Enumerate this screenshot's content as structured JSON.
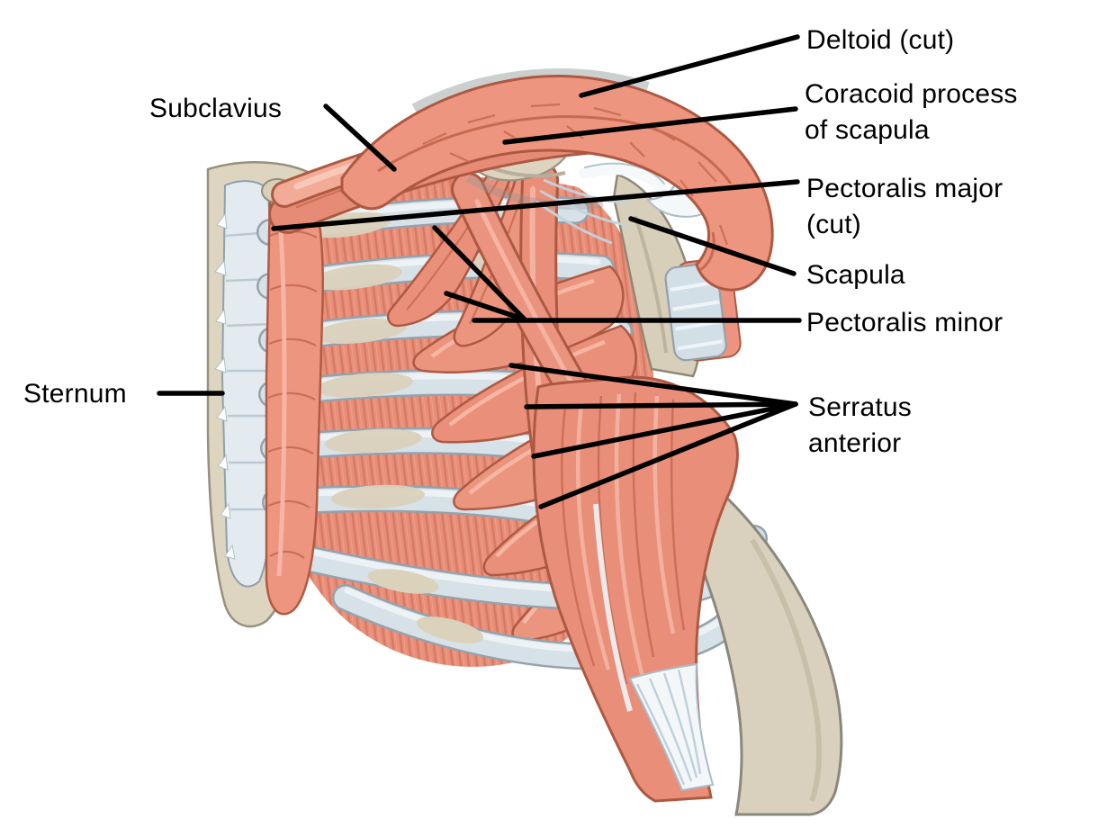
{
  "figure": {
    "description": "Anatomical illustration of the anterior thorax and shoulder showing cut pectoralis major, serratus anterior and related muscles",
    "annotations": [
      {
        "id": "subclavius",
        "lines": [
          "Subclavius"
        ]
      },
      {
        "id": "sternum",
        "lines": [
          "Sternum"
        ]
      },
      {
        "id": "deltoid-cut",
        "lines": [
          "Deltoid (cut)"
        ]
      },
      {
        "id": "coracoid-process",
        "lines": [
          "Coracoid process",
          "of scapula"
        ]
      },
      {
        "id": "pectoralis-major",
        "lines": [
          "Pectoralis major",
          "(cut)"
        ]
      },
      {
        "id": "scapula",
        "lines": [
          "Scapula"
        ]
      },
      {
        "id": "pectoralis-minor",
        "lines": [
          "Pectoralis minor"
        ]
      },
      {
        "id": "serratus-anterior",
        "lines": [
          "Serratus",
          "anterior"
        ]
      }
    ],
    "colors": {
      "muscle": "#e98e79",
      "muscle_light": "#f2ab96",
      "muscle_highlight": "#f6b9a6",
      "muscle_outline": "#ad5942",
      "bone_beige": "#dcd3bf",
      "bone_outline": "#8f8776",
      "cartilage_blue": "#d6e1e8",
      "cartilage_outline": "#95a2ac",
      "ligament_white": "#f4f8fa",
      "leader_line": "#000000",
      "background": "#ffffff"
    }
  }
}
